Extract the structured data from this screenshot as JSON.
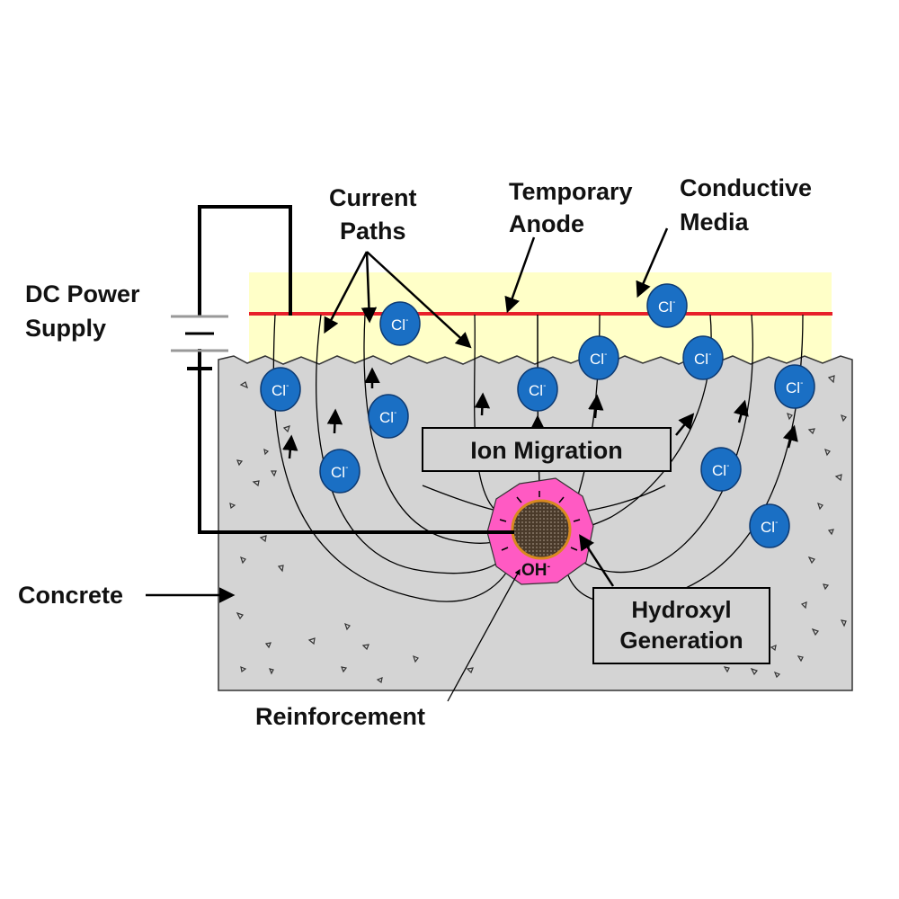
{
  "labels": {
    "current_paths_1": "Current",
    "current_paths_2": "Paths",
    "temporary_anode_1": "Temporary",
    "temporary_anode_2": "Anode",
    "conductive_media_1": "Conductive",
    "conductive_media_2": "Media",
    "dc_power_1": "DC Power",
    "dc_power_2": "Supply",
    "battery_sign": "–",
    "ion_migration": "Ion Migration",
    "hydroxyl_1": "Hydroxyl",
    "hydroxyl_2": "Generation",
    "concrete": "Concrete",
    "reinforcement": "Reinforcement",
    "oh": "OH",
    "oh_sup": "-"
  },
  "ion": {
    "symbol": "Cl",
    "charge": "-"
  },
  "colors": {
    "conductive_media": "#ffffc8",
    "anode": "#e8202a",
    "concrete": "#d4d4d4",
    "ion": "#1a6fc4",
    "hydroxyl_zone": "#ff5ac3",
    "rebar": "#4a3a2a",
    "rebar_ring": "#d88a20"
  }
}
